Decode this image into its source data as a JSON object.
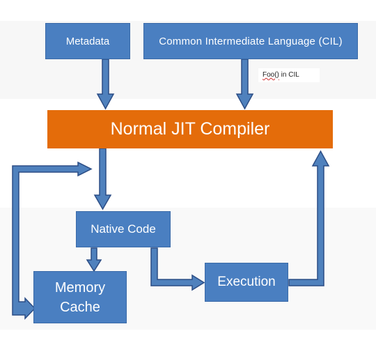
{
  "diagram": {
    "metadata_label": "Metadata",
    "cil_label": "Common Intermediate Language (CIL)",
    "note_underlined": "Foo()",
    "note_rest": " in CIL",
    "jit_label": "Normal JIT Compiler",
    "native_label": "Native Code",
    "memory_label_line1": "Memory",
    "memory_label_line2": "Cache",
    "execution_label": "Execution"
  },
  "colors": {
    "box_blue": "#4a7fc1",
    "box_blue_border": "#3a6aa8",
    "compiler_orange": "#e46c0a",
    "arrow_fill": "#4f81bd",
    "arrow_outline": "#2c4d85"
  },
  "icons": [
    "arrow-down",
    "arrow-right",
    "arrow-up"
  ]
}
